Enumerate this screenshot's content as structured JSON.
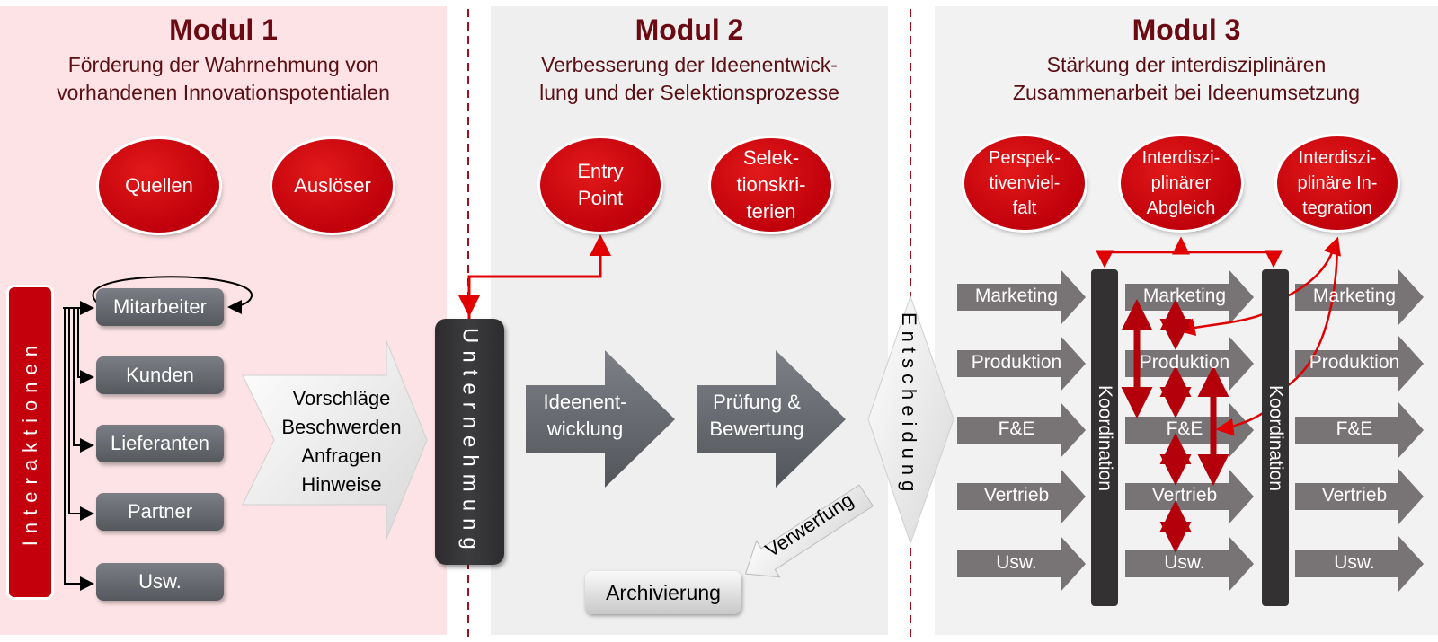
{
  "modules": [
    {
      "title": "Modul 1",
      "subtitle": "Förderung der Wahrnehmung von\nvorhandenen Innovationspotentialen",
      "ovals": [
        "Quellen",
        "Auslöser"
      ],
      "side_label": "Interaktionen",
      "actors": [
        "Mitarbeiter",
        "Kunden",
        "Lieferanten",
        "Partner",
        "Usw."
      ],
      "input_arrow_text": "Vorschläge\nBeschwerden\nAnfragen\nHinweise",
      "company_label": "Unternehmung"
    },
    {
      "title": "Modul 2",
      "subtitle": "Verbesserung der Ideenentwick-\nlung und der Selektionsprozesse",
      "ovals": [
        "Entry\nPoint",
        "Selek-\ntionskri-\nterien"
      ],
      "process_steps": [
        "Ideenent-\nwicklung",
        "Prüfung &\nBewertung"
      ],
      "rejection_label": "Verwerfung",
      "archive_label": "Archivierung",
      "decision_label": "Entscheidung"
    },
    {
      "title": "Modul 3",
      "subtitle": "Stärkung der interdisziplinären\nZusammenarbeit bei Ideenumsetzung",
      "ovals": [
        "Perspek-\ntivenviel-\nfalt",
        "Interdiszi-\nplinärer\nAbgleich",
        "Interdiszi-\nplinäre In-\ntegration"
      ],
      "coordination_label": "Koordination",
      "departments": [
        "Marketing",
        "Produktion",
        "F&E",
        "Vertrieb",
        "Usw."
      ]
    }
  ],
  "colors": {
    "title_dark_red": "#6b0a12",
    "oval_red": "#c4000c",
    "arrow_red": "#e00000",
    "panel1_bg": "#fde3e5",
    "panel_gray_bg": "#efefef",
    "box_gray": "#65686d",
    "dept_arrow_gray": "#7a7576",
    "dark_bar": "#333132"
  }
}
